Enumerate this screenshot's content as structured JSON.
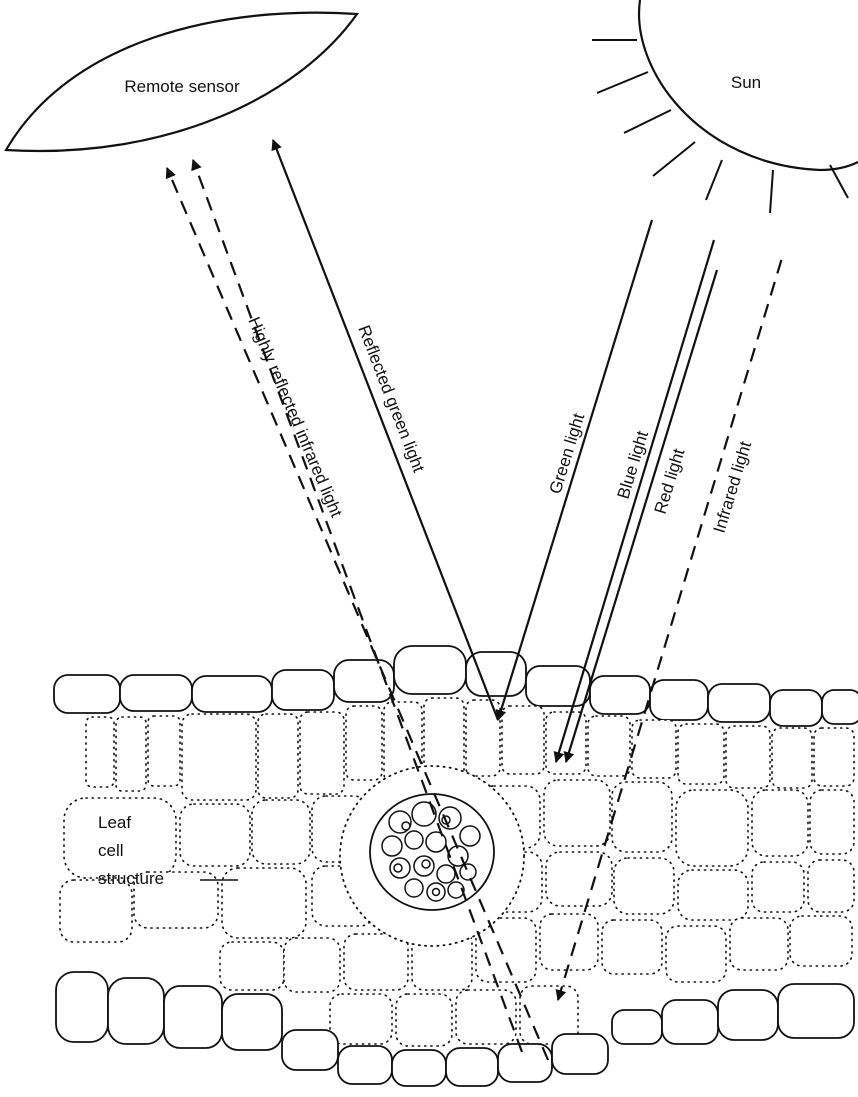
{
  "labels": {
    "remote_sensor": "Remote sensor",
    "sun": "Sun",
    "reflected_green": "Reflected green light",
    "reflected_infrared": "Highly reflected infrared light",
    "green_light": "Green light",
    "blue_light": "Blue light",
    "red_light": "Red light",
    "infrared_light": "Infrared light",
    "leaf_line1": "Leaf",
    "leaf_line2": "cell",
    "leaf_line3": "structure"
  },
  "colors": {
    "ink": "#111111",
    "paper": "#ffffff"
  }
}
